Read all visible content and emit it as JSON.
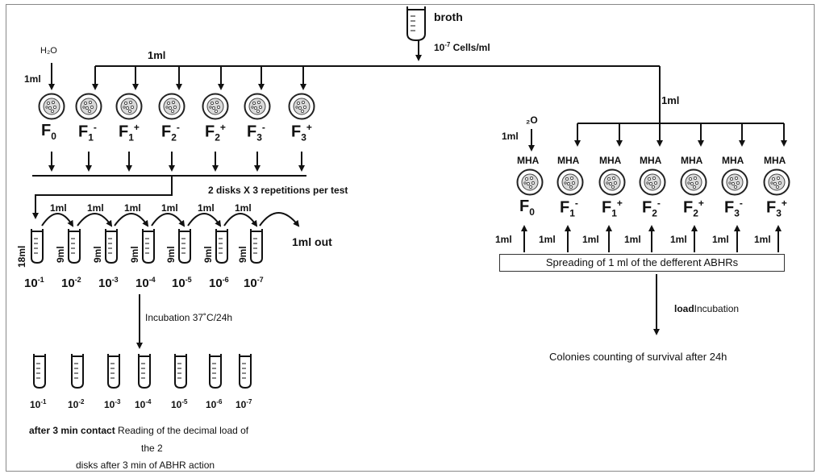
{
  "broth": {
    "label": "broth",
    "concentration_base": "10",
    "concentration_exp": "-7",
    "concentration_unit": " Cells/ml"
  },
  "common_volume": "1ml",
  "left": {
    "water_label": "H₂O",
    "water_volume": "1ml",
    "branch_volume": "1ml",
    "plates": [
      {
        "base": "F",
        "sub": "0",
        "sup": ""
      },
      {
        "base": "F",
        "sub": "1",
        "sup": "-"
      },
      {
        "base": "F",
        "sub": "1",
        "sup": "+"
      },
      {
        "base": "F",
        "sub": "2",
        "sup": "-"
      },
      {
        "base": "F",
        "sub": "2",
        "sup": "+"
      },
      {
        "base": "F",
        "sub": "3",
        "sup": "-"
      },
      {
        "base": "F",
        "sub": "3",
        "sup": "+"
      }
    ],
    "repetition_note": "2 disks X 3 repetitions per test",
    "first_tube_volume": "18ml",
    "tube_volume": "9ml",
    "transfer_volume": "1ml",
    "out_label": "1ml out",
    "dilutions": [
      {
        "base": "10",
        "exp": "-1"
      },
      {
        "base": "10",
        "exp": "-2"
      },
      {
        "base": "10",
        "exp": "-3"
      },
      {
        "base": "10",
        "exp": "-4"
      },
      {
        "base": "10",
        "exp": "-5"
      },
      {
        "base": "10",
        "exp": "-6"
      },
      {
        "base": "10",
        "exp": "-7"
      }
    ],
    "incubation": "Incubation 37˚C/24h",
    "reading_bold": "after 3 min contact",
    "reading_line1": " Reading of the decimal load of",
    "reading_line2": "the 2",
    "reading_line3": "disks after 3 min of ABHR action"
  },
  "right": {
    "branch_volume": "1ml",
    "water_label": "₂O",
    "water_volume": "1ml",
    "medium_label": "MHA",
    "plates": [
      {
        "base": "F",
        "sub": "0",
        "sup": ""
      },
      {
        "base": "F",
        "sub": "1",
        "sup": "-"
      },
      {
        "base": "F",
        "sub": "1",
        "sup": "+"
      },
      {
        "base": "F",
        "sub": "2",
        "sup": "-"
      },
      {
        "base": "F",
        "sub": "2",
        "sup": "+"
      },
      {
        "base": "F",
        "sub": "3",
        "sup": "-"
      },
      {
        "base": "F",
        "sub": "3",
        "sup": "+"
      }
    ],
    "up_volume": "1ml",
    "spreading": "Spreading of 1 ml of the defferent ABHRs",
    "incubation_bold": "load",
    "incubation": "Incubation",
    "colonies": "Colonies counting of survival after 24h"
  }
}
